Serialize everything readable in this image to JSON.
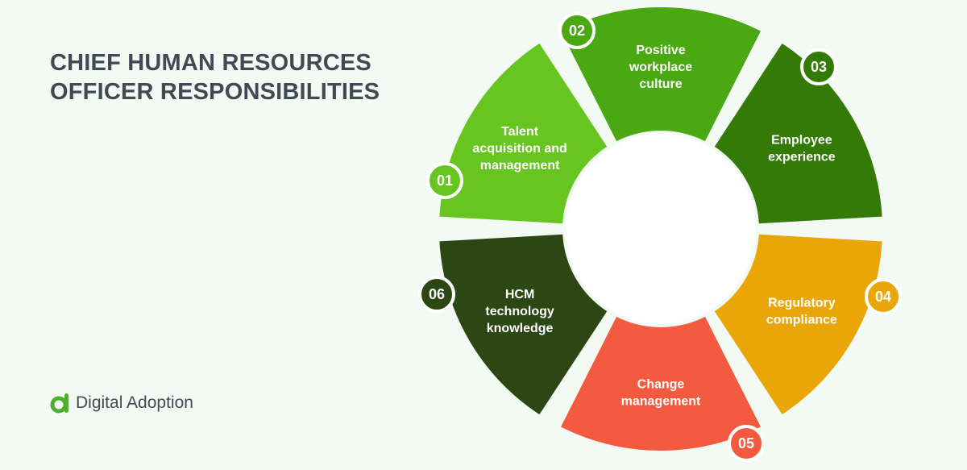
{
  "title": {
    "line1": "CHIEF HUMAN RESOURCES",
    "line2": "OFFICER RESPONSIBILITIES"
  },
  "brand": {
    "name": "Digital Adoption",
    "icon": "digital-adoption-logo-icon",
    "color": "#4caf2e"
  },
  "segments": [
    {
      "number": "01",
      "lines": [
        "Talent",
        "acquisition and",
        "management"
      ],
      "color": "#66c51f"
    },
    {
      "number": "02",
      "lines": [
        "Positive",
        "workplace",
        "culture"
      ],
      "color": "#4aa812"
    },
    {
      "number": "03",
      "lines": [
        "Employee",
        "experience"
      ],
      "color": "#347a06"
    },
    {
      "number": "04",
      "lines": [
        "Regulatory",
        "compliance"
      ],
      "color": "#eaa608"
    },
    {
      "number": "05",
      "lines": [
        "Change",
        "management"
      ],
      "color": "#f45a40"
    },
    {
      "number": "06",
      "lines": [
        "HCM",
        "technology",
        "knowledge"
      ],
      "color": "#2c4714"
    }
  ]
}
